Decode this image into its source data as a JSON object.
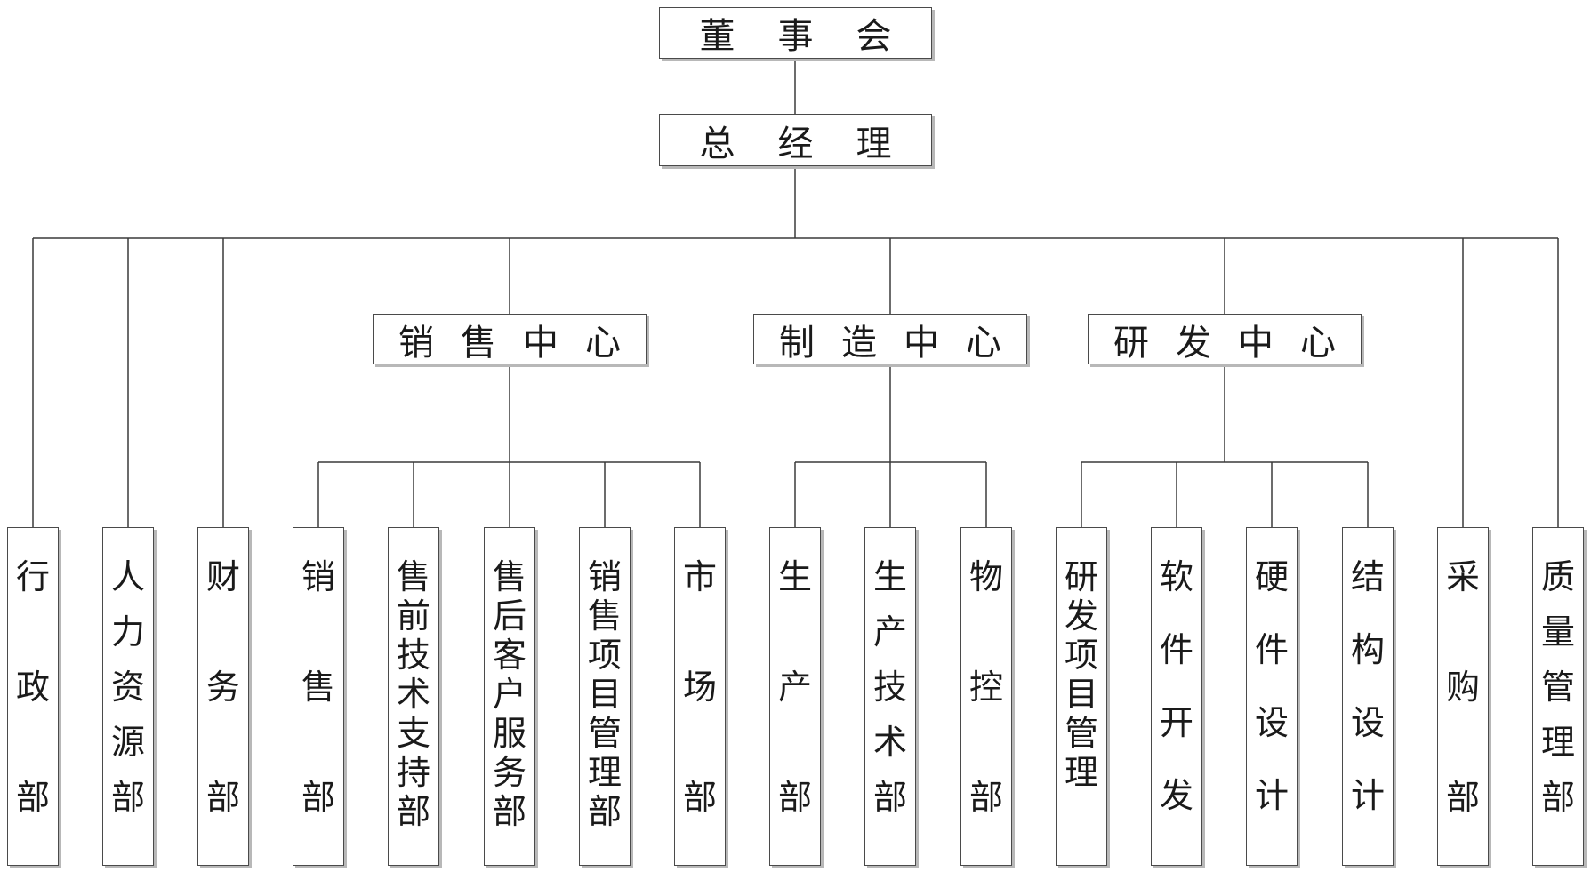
{
  "board": "董事会",
  "gm": "总经理",
  "centers": {
    "sales": "销售中心",
    "manufacturing": "制造中心",
    "rnd": "研发中心"
  },
  "departments": {
    "admin": "行政部",
    "hr": "人力资源部",
    "finance": "财务部",
    "sales": "销售部",
    "presales": "售前技术支持部",
    "aftersales": "售后客户服务部",
    "sales_pm": "销售项目管理部",
    "marketing": "市场部",
    "production": "生产部",
    "prod_tech": "生产技术部",
    "logistics": "物控部",
    "rnd_pm": "研发项目管理",
    "software": "软件开发",
    "hardware": "硬件设计",
    "structure": "结构设计",
    "purchasing": "采购部",
    "quality": "质量管理部"
  }
}
